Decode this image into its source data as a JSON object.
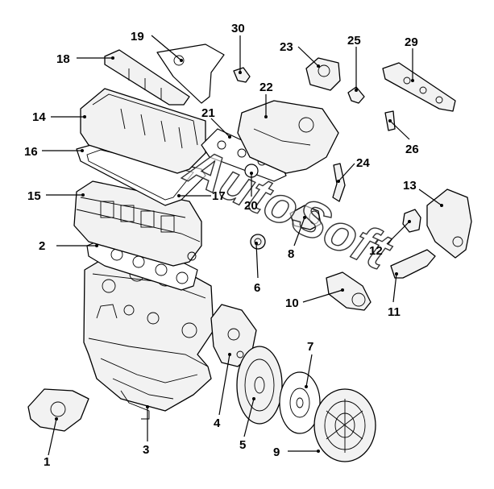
{
  "watermark": "AutoSoft",
  "callouts": [
    {
      "id": "1",
      "label": "1"
    },
    {
      "id": "2",
      "label": "2"
    },
    {
      "id": "3",
      "label": "3"
    },
    {
      "id": "4",
      "label": "4"
    },
    {
      "id": "5",
      "label": "5"
    },
    {
      "id": "6",
      "label": "6"
    },
    {
      "id": "7",
      "label": "7"
    },
    {
      "id": "8",
      "label": "8"
    },
    {
      "id": "9",
      "label": "9"
    },
    {
      "id": "10",
      "label": "10"
    },
    {
      "id": "11",
      "label": "11"
    },
    {
      "id": "12",
      "label": "12"
    },
    {
      "id": "13",
      "label": "13"
    },
    {
      "id": "14",
      "label": "14"
    },
    {
      "id": "15",
      "label": "15"
    },
    {
      "id": "16",
      "label": "16"
    },
    {
      "id": "17",
      "label": "17"
    },
    {
      "id": "18",
      "label": "18"
    },
    {
      "id": "19",
      "label": "19"
    },
    {
      "id": "20",
      "label": "20"
    },
    {
      "id": "21",
      "label": "21"
    },
    {
      "id": "22",
      "label": "22"
    },
    {
      "id": "23",
      "label": "23"
    },
    {
      "id": "24",
      "label": "24"
    },
    {
      "id": "25",
      "label": "25"
    },
    {
      "id": "26",
      "label": "26"
    },
    {
      "id": "29",
      "label": "29"
    },
    {
      "id": "30",
      "label": "30"
    }
  ]
}
